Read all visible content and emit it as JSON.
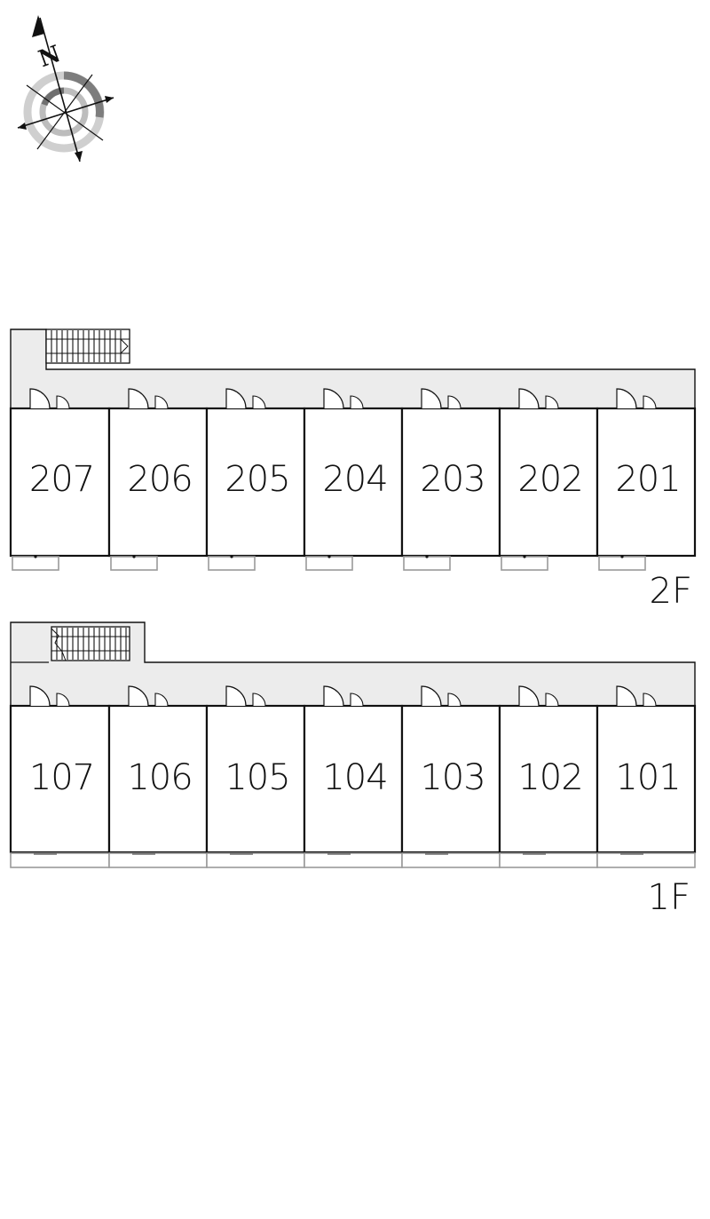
{
  "compass": {
    "north_letter": "N",
    "icon": "compass-rose-icon"
  },
  "floors": [
    {
      "id": "2F",
      "label": "2F",
      "units": [
        "207",
        "206",
        "205",
        "204",
        "203",
        "202",
        "201"
      ]
    },
    {
      "id": "1F",
      "label": "1F",
      "units": [
        "107",
        "106",
        "105",
        "104",
        "103",
        "102",
        "101"
      ]
    }
  ],
  "colors": {
    "corridor": "#ececec",
    "wall": "#111111",
    "balcony": "#9a9a9a",
    "compass_ring": "#8c8c8c"
  }
}
